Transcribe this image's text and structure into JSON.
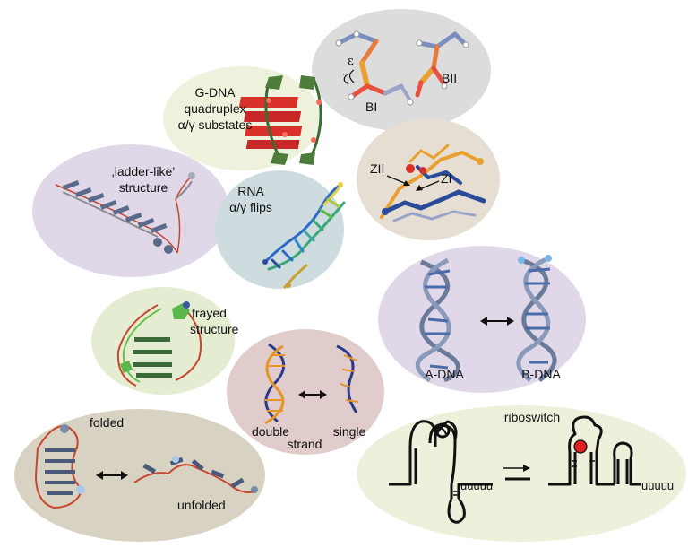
{
  "panels": {
    "backbone": {
      "label_bi": "BI",
      "label_bii": "BII",
      "epsilon": "ε",
      "zeta": "ζ"
    },
    "gdna": {
      "line1": "G-DNA",
      "line2": "quadruplex",
      "line3": "α/γ substates"
    },
    "zform": {
      "label_zii": "ZII",
      "label_zi": "ZI"
    },
    "ladder": {
      "line1": "‚ladder-like’",
      "line2": "structure"
    },
    "rna": {
      "line1": "RNA",
      "line2": "α/γ flips"
    },
    "adna_bdna": {
      "label_a": "A-DNA",
      "label_b": "B-DNA"
    },
    "frayed": {
      "line1": "frayed",
      "line2": "structure"
    },
    "strand": {
      "label_double": "double",
      "label_single": "single",
      "label_strand": "strand"
    },
    "folding": {
      "label_folded": "folded",
      "label_unfolded": "unfolded"
    },
    "riboswitch": {
      "title": "riboswitch",
      "tail_left": "uuuuu",
      "tail_right": "uuuuu"
    }
  },
  "colors": {
    "backbone_bg": "#dcdcdc",
    "gdna_bg": "#eef2dc",
    "zform_bg": "#e6ded2",
    "ladder_bg": "#e0d8e8",
    "rna_bg": "#cfdcdf",
    "ab_bg": "#e0d8e8",
    "frayed_bg": "#e4edd2",
    "strand_bg": "#e0cdcb",
    "folding_bg": "#d8d2c2",
    "riboswitch_bg": "#eef0dc"
  }
}
